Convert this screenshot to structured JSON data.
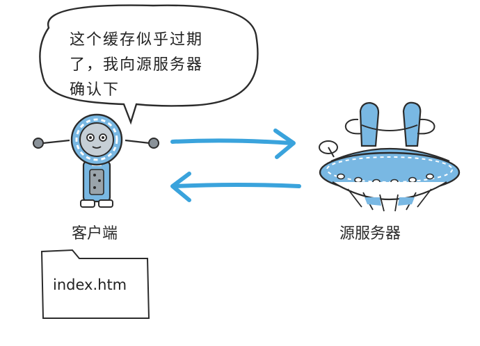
{
  "speech_bubble": {
    "lines": [
      "这个缓存似乎过期",
      "了，我向源服务器",
      "确认下"
    ]
  },
  "client": {
    "label": "客户端"
  },
  "server": {
    "label": "源服务器"
  },
  "cache_file": {
    "name": "index.htm"
  },
  "colors": {
    "arrow": "#3aa3dc",
    "robot_blue": "#79b8e3",
    "robot_head": "#c6cfd6",
    "outline": "#2b2b2b"
  },
  "icons": {
    "client": "robot-icon",
    "server": "ufo-server-icon",
    "file": "file-folder-icon"
  }
}
